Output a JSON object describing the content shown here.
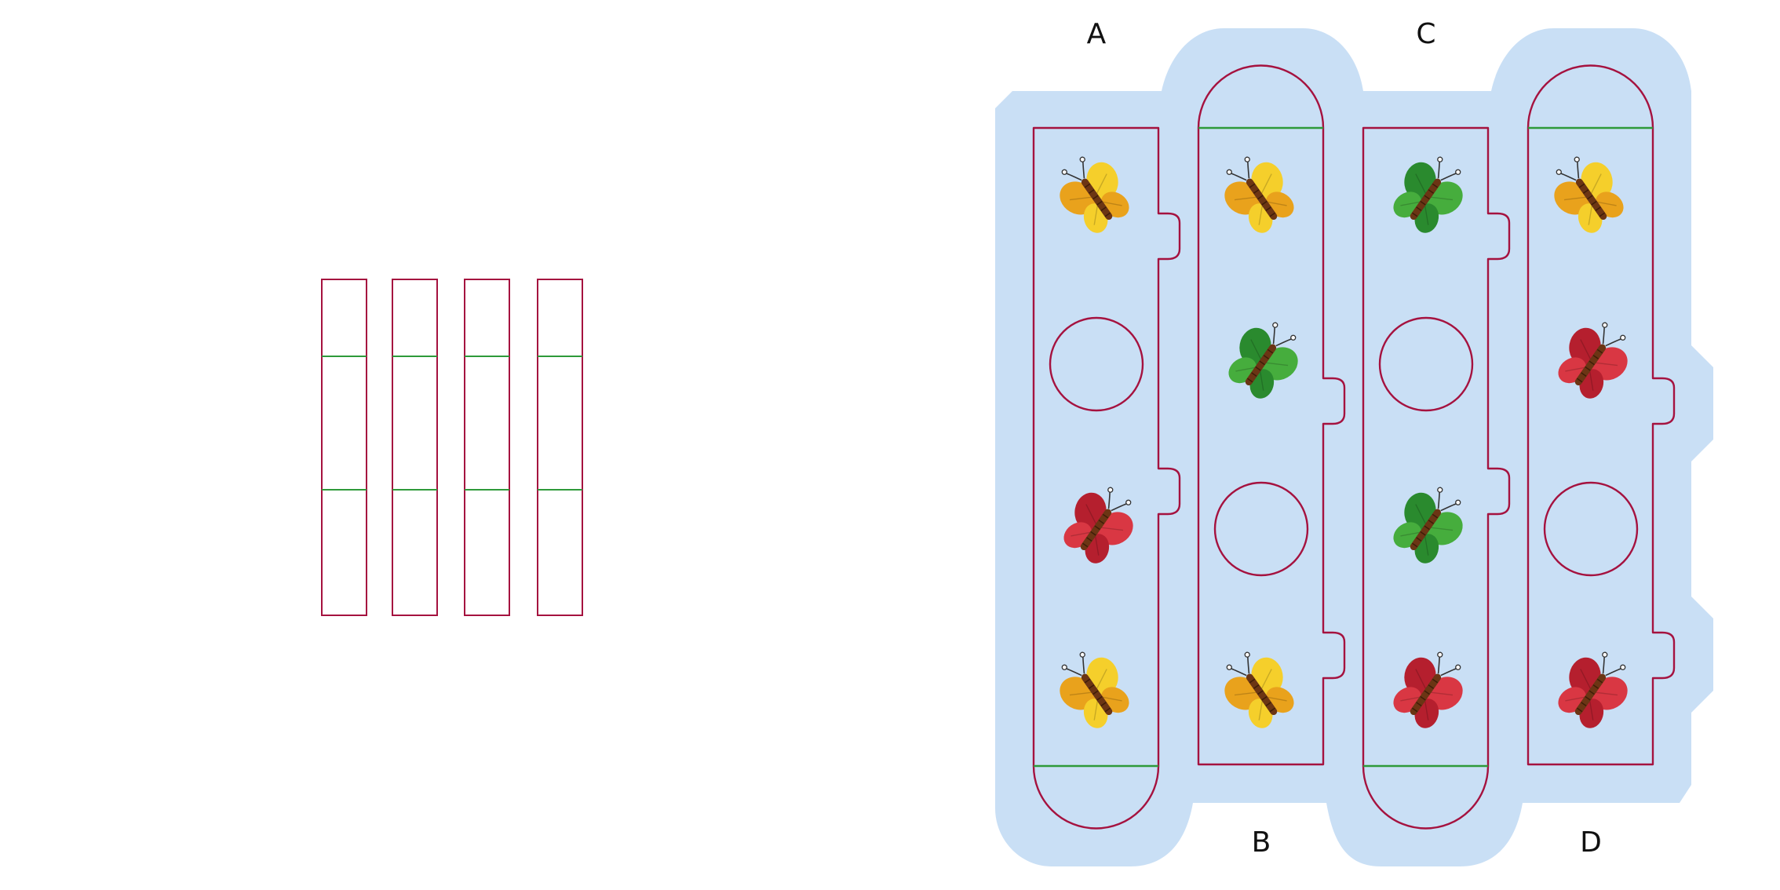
{
  "colors": {
    "board_fill": "#c9dff5",
    "outline": "#a5123f",
    "divider": "#2e9a3a",
    "yellow": [
      "#e9a21c",
      "#f5cf2b"
    ],
    "green": [
      "#2a8a2e",
      "#46ad3d"
    ],
    "red": [
      "#b51f2e",
      "#d93743"
    ]
  },
  "columns": [
    {
      "label": "A",
      "cells": [
        "yellow-butterfly",
        "hole",
        "red-butterfly",
        "yellow-butterfly"
      ]
    },
    {
      "label": "B",
      "cells": [
        "yellow-butterfly",
        "green-butterfly",
        "hole",
        "yellow-butterfly"
      ]
    },
    {
      "label": "C",
      "cells": [
        "green-butterfly",
        "hole",
        "green-butterfly",
        "red-butterfly"
      ]
    },
    {
      "label": "D",
      "cells": [
        "yellow-butterfly",
        "red-butterfly",
        "hole",
        "red-butterfly"
      ]
    }
  ]
}
